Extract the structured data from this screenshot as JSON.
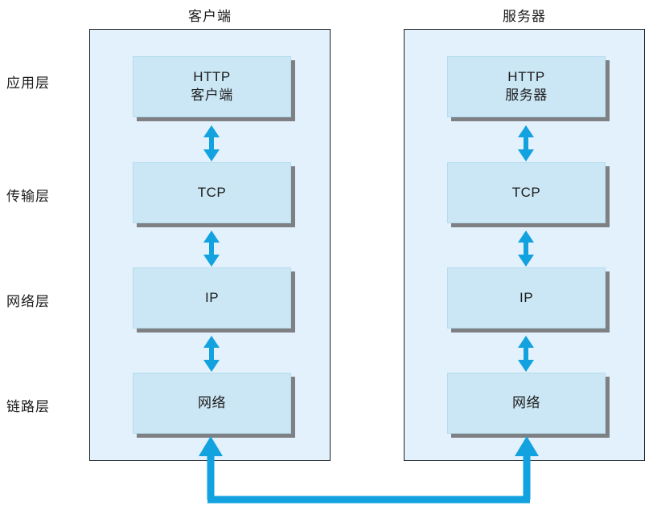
{
  "diagram": {
    "title_left": "客户端",
    "title_right": "服务器",
    "accent_color": "#12a2e0",
    "host_fill": "#e2f1fb",
    "box_fill": "#cbe7f5",
    "shadow_color": "#7e8084",
    "border_color": "#1d2327",
    "layers": [
      {
        "label": "应用层",
        "client": [
          "HTTP",
          "客户端"
        ],
        "server": [
          "HTTP",
          "服务器"
        ]
      },
      {
        "label": "传输层",
        "client": [
          "TCP"
        ],
        "server": [
          "TCP"
        ]
      },
      {
        "label": "网络层",
        "client": [
          "IP"
        ],
        "server": [
          "IP"
        ]
      },
      {
        "label": "链路层",
        "client": [
          "网络"
        ],
        "server": [
          "网络"
        ]
      }
    ],
    "connector": {
      "name": "physical-network-link",
      "from": "客户端 链路层 网络",
      "to": "服务器 链路层 网络"
    }
  }
}
